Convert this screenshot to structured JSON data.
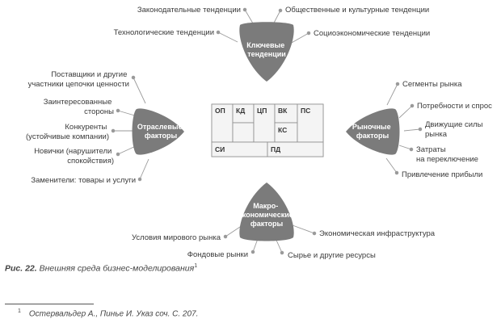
{
  "colors": {
    "petal": "#7b7b7b",
    "line": "#9a9a9a",
    "cell_border": "#8c8c8c",
    "cell_fill": "#f4f4f4",
    "text": "#3a3a3a"
  },
  "key_trends": {
    "title": [
      "Ключевые",
      "тенденции"
    ],
    "items": [
      "Законодательные тенденции",
      "Общественные и культурные тенденции",
      "Технологические тенденции",
      "Социоэкономические тенденции"
    ]
  },
  "industry_forces": {
    "title": [
      "Отраслевые",
      "факторы"
    ],
    "items": [
      [
        "Поставщики и другие",
        "участники цепочки ценности"
      ],
      [
        "Заинтересованные",
        "стороны"
      ],
      [
        "Конкуренты",
        "(устойчивые компании)"
      ],
      [
        "Новички (нарушители",
        "спокойствия)"
      ],
      [
        "Заменители: товары и услуги"
      ]
    ]
  },
  "market_forces": {
    "title": [
      "Рыночные",
      "факторы"
    ],
    "items": [
      [
        "Сегменты рынка"
      ],
      [
        "Потребности и спрос"
      ],
      [
        "Движущие силы",
        "рынка"
      ],
      [
        "Затраты",
        "на переключение"
      ],
      [
        "Привлечение прибыли"
      ]
    ]
  },
  "macro_forces": {
    "title": [
      "Макро-",
      "экономические",
      "факторы"
    ],
    "items": [
      "Условия мирового рынка",
      "Экономическая инфраструктура",
      "Фондовые рынки",
      "Сырье и другие ресурсы"
    ]
  },
  "canvas": {
    "cells": [
      "ОП",
      "КД",
      "ЦП",
      "ВК",
      "ПС",
      "КС",
      "СИ",
      "ПД"
    ]
  },
  "caption": {
    "number": "Рис. 22.",
    "text": "Внешняя среда бизнес-моделирования",
    "note_mark": "1"
  },
  "footnote": {
    "mark": "1",
    "text": "Остервальдер А., Пинье И. Указ соч. С. 207."
  }
}
